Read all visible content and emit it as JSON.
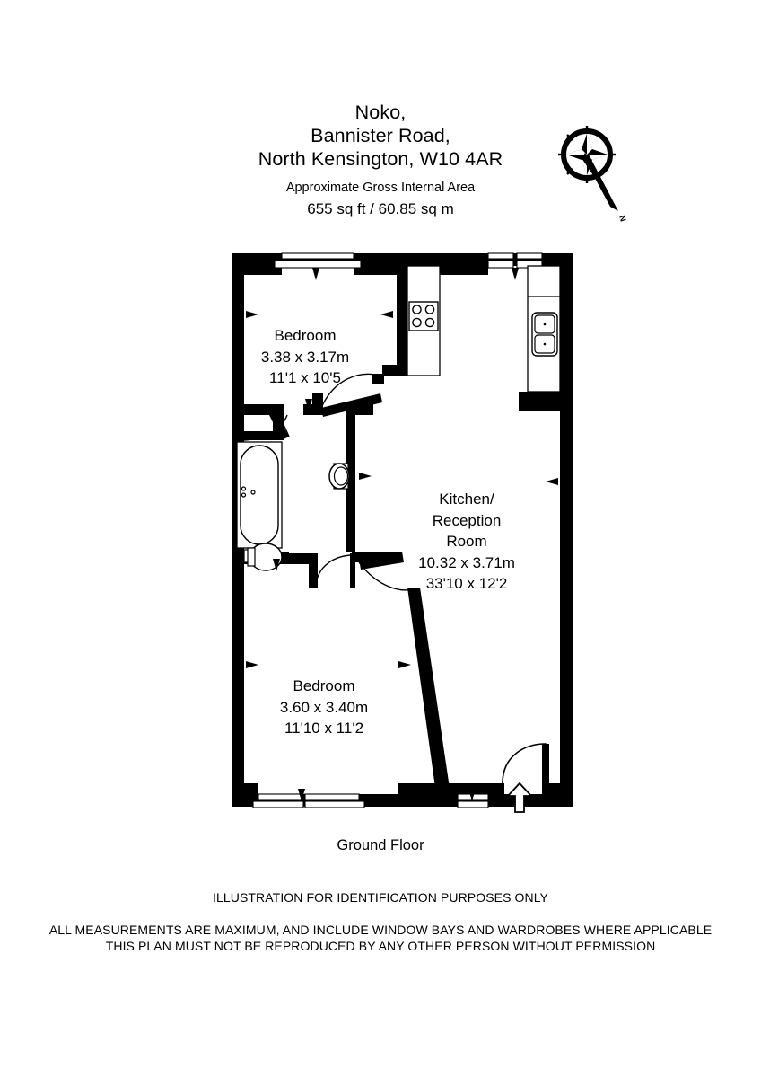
{
  "header": {
    "address_lines": [
      "Noko,",
      "Bannister Road,",
      "North Kensington, W10 4AR"
    ],
    "area_caption": "Approximate Gross Internal Area",
    "area_value": "655 sq ft  /  60.85 sq m"
  },
  "compass": {
    "icon": "compass-rose-icon",
    "north_label": "N"
  },
  "floor_plan": {
    "floor_label": "Ground Floor",
    "rooms": [
      {
        "id": "bedroom-1",
        "name": "Bedroom",
        "dim_metric": "3.38 x 3.17m",
        "dim_imperial": "11'1 x 10'5"
      },
      {
        "id": "kitchen-reception-room",
        "name_lines": [
          "Kitchen/",
          "Reception",
          "Room"
        ],
        "dim_metric": "10.32 x 3.71m",
        "dim_imperial": "33'10 x 12'2"
      },
      {
        "id": "bedroom-2",
        "name": "Bedroom",
        "dim_metric": "3.60 x 3.40m",
        "dim_imperial": "11'10 x 11'2"
      }
    ],
    "fixtures": [
      {
        "id": "hob",
        "icon": "hob-four-burner-icon"
      },
      {
        "id": "sink",
        "icon": "double-sink-icon"
      },
      {
        "id": "bath",
        "icon": "bathtub-icon"
      },
      {
        "id": "wc",
        "icon": "toilet-icon"
      },
      {
        "id": "basin",
        "icon": "wash-basin-icon"
      },
      {
        "id": "entrance",
        "icon": "entry-arrow-icon"
      }
    ],
    "colors": {
      "wall": "#000000",
      "background": "#ffffff",
      "fixture_stroke": "#000000"
    }
  },
  "footer": {
    "disclaimer_line_1": "ILLUSTRATION FOR IDENTIFICATION PURPOSES ONLY",
    "disclaimer_line_2a": "ALL MEASUREMENTS ARE MAXIMUM, AND INCLUDE WINDOW BAYS AND WARDROBES WHERE APPLICABLE",
    "disclaimer_line_2b": "THIS PLAN MUST NOT BE REPRODUCED BY ANY OTHER PERSON WITHOUT PERMISSION"
  }
}
